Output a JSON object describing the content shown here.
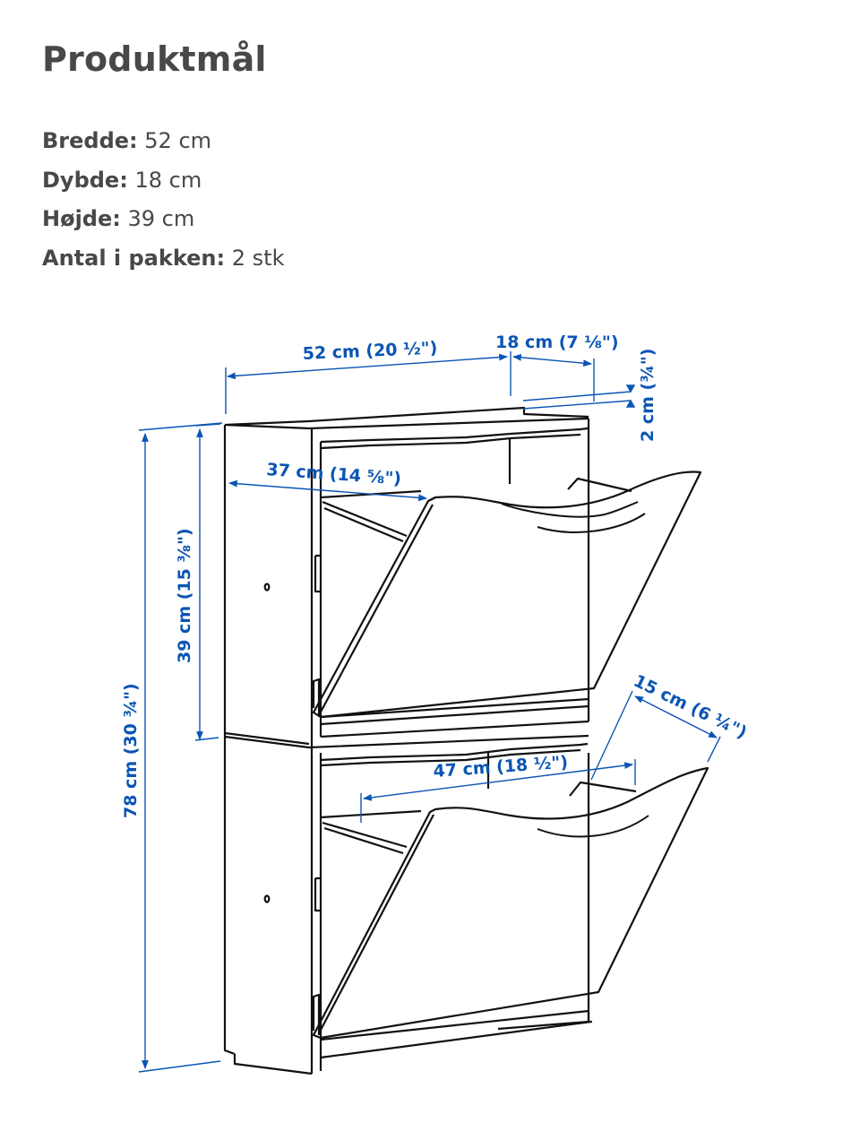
{
  "page": {
    "title": "Produktmål"
  },
  "specs": [
    {
      "label": "Bredde:",
      "value": "52 cm"
    },
    {
      "label": "Dybde:",
      "value": "18 cm"
    },
    {
      "label": "Højde:",
      "value": "39 cm"
    },
    {
      "label": "Antal i pakken:",
      "value": "2 stk"
    }
  ],
  "diagram": {
    "accent_color": "#0a55b4",
    "line_color": "#111111",
    "dimensions": {
      "width_total": "52 cm (20 ½\")",
      "depth_total": "18 cm (7 ⅛\")",
      "top_thickness": "2 cm (¾\")",
      "inner_depth": "37 cm (14 ⅝\")",
      "unit_height": "39 cm (15 ⅜\")",
      "total_height": "78 cm (30 ¾\")",
      "compartment_width": "47 cm (18 ½\")",
      "opening_depth": "15 cm (6 ¼\")"
    }
  }
}
